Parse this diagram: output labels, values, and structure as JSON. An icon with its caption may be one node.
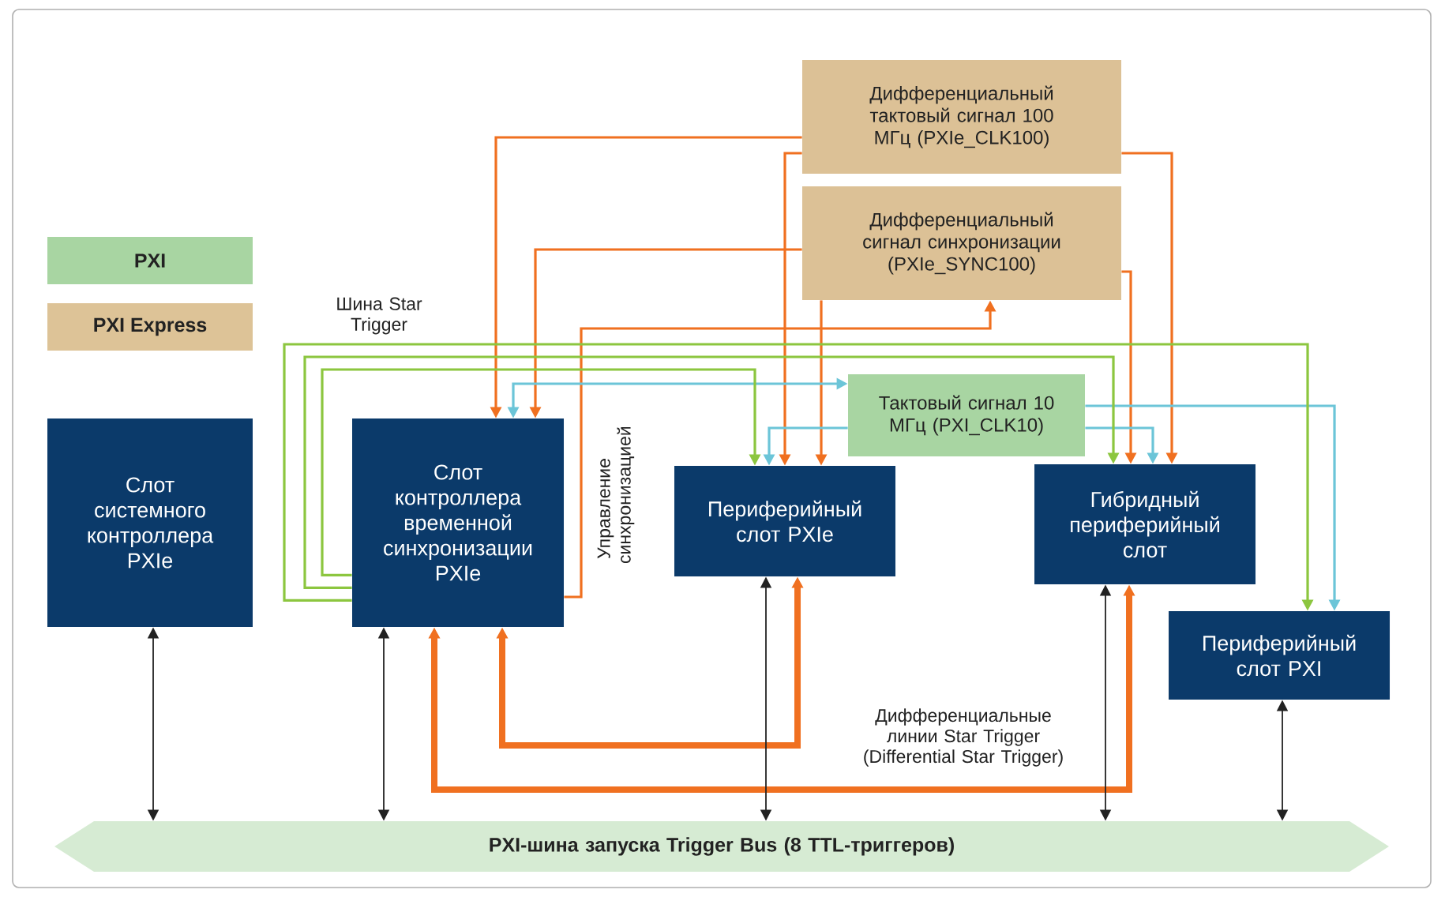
{
  "diagram": {
    "nodes": [
      {
        "text": [
          "Дифференциальный тактовый сигнал 100 МГц (PXIe_CLK100)"
        ]
      },
      {
        "text": [
          "Дифференциальный сигнал синхронизации (PXIe_SYNC100)"
        ]
      },
      {
        "text": [
          "Тактовый сигнал 10 МГц (PXI_CLK10)"
        ]
      },
      {
        "text": [
          "Слот системного контроллера PXIe"
        ]
      },
      {
        "text": [
          "Слот контроллера временной синхронизации PXIe"
        ]
      },
      {
        "text": [
          "Периферийный слот PXIe"
        ]
      },
      {
        "text": [
          "Гибридный периферийный слот"
        ]
      },
      {
        "text": [
          "Периферийный слот PXI"
        ]
      },
      {
        "text": [
          "PXI-шина запуска Trigger Bus (8 TTL-триггеров)"
        ]
      }
    ],
    "edges": [
      {
        "from": 0,
        "to": 4,
        "arrow": "to",
        "color": "#f07020"
      },
      {
        "from": 0,
        "to": 5,
        "arrow": "to",
        "color": "#f07020"
      },
      {
        "from": 0,
        "to": 6,
        "arrow": "to",
        "color": "#f07020"
      },
      {
        "from": 1,
        "to": 4,
        "arrow": "to",
        "color": "#f07020"
      },
      {
        "from": 1,
        "to": 5,
        "arrow": "to",
        "color": "#f07020"
      },
      {
        "from": 1,
        "to": 6,
        "arrow": "to",
        "color": "#f07020"
      },
      {
        "from": 4,
        "to": 1,
        "arrow": "to",
        "color": "#f07020",
        "label": "Управление синхронизацией"
      },
      {
        "from": 4,
        "to": 2,
        "arrow": "both",
        "color": "#6cc5d8"
      },
      {
        "from": 2,
        "to": 5,
        "arrow": "to",
        "color": "#6cc5d8"
      },
      {
        "from": 2,
        "to": 6,
        "arrow": "to",
        "color": "#6cc5d8"
      },
      {
        "from": 2,
        "to": 7,
        "arrow": "to",
        "color": "#6cc5d8"
      },
      {
        "from": 4,
        "to": 7,
        "arrow": "to",
        "color": "#8cc63f"
      },
      {
        "from": 4,
        "to": 6,
        "arrow": "to",
        "color": "#8cc63f"
      },
      {
        "from": 4,
        "to": 5,
        "arrow": "to",
        "color": "#8cc63f"
      },
      {
        "from": 4,
        "to": 5,
        "arrow": "both",
        "color": "#f07020",
        "style": "thick"
      },
      {
        "from": 4,
        "to": 6,
        "arrow": "both",
        "color": "#f07020",
        "style": "thick"
      },
      {
        "from": 3,
        "to": 8,
        "arrow": "both",
        "color": "#222222"
      },
      {
        "from": 4,
        "to": 8,
        "arrow": "both",
        "color": "#222222"
      },
      {
        "from": 5,
        "to": 8,
        "arrow": "both",
        "color": "#222222"
      },
      {
        "from": 6,
        "to": 8,
        "arrow": "both",
        "color": "#222222"
      },
      {
        "from": 7,
        "to": 8,
        "arrow": "both",
        "color": "#222222"
      }
    ],
    "labels": [
      "Шина Star Trigger",
      "Дифференциальные линии Star Trigger (Differential Star Trigger)"
    ],
    "legend": [
      {
        "text": "PXI",
        "color": "#a8d5a2"
      },
      {
        "text": "PXI Express",
        "color": "#ddc397"
      }
    ]
  }
}
